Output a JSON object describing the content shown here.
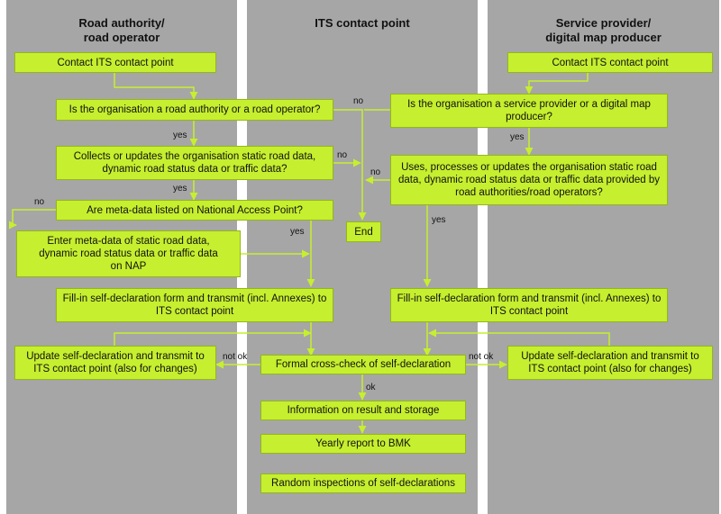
{
  "lanes": {
    "left": "Road authority/\nroad operator",
    "middle": "ITS contact point",
    "right": "Service provider/\ndigital map producer"
  },
  "nodes": {
    "contact_left": "Contact ITS contact point",
    "is_road_authority": "Is the organisation a road authority or a road operator?",
    "collects_updates": "Collects or updates the organisation static road data,\ndynamic road status data or traffic data?",
    "metadata_listed": "Are meta-data listed on National Access Point?",
    "enter_metadata": "Enter meta-data of static road data,\ndynamic road status data or traffic data\non NAP",
    "fill_in_left": "Fill-in self-declaration form and transmit (incl. Annexes) to\nITS contact point",
    "update_left": "Update self-declaration and transmit to\nITS contact point (also for changes)",
    "end": "End",
    "formal_check": "Formal cross-check of self-declaration",
    "information": "Information on result and storage",
    "yearly_report": "Yearly report to BMK",
    "random_inspections": "Random inspections of self-declarations",
    "contact_right": "Contact ITS contact point",
    "is_service_provider": "Is the organisation a service provider or a digital map\nproducer?",
    "uses_processes": "Uses, processes or updates the organisation static road\ndata, dynamic road status data or traffic data provided by\nroad authorities/road operators?",
    "fill_in_right": "Fill-in self-declaration form and transmit (incl. Annexes) to\nITS contact point",
    "update_right": "Update self-declaration and transmit to\nITS contact point (also for changes)"
  },
  "labels": {
    "no_top": "no",
    "yes_1": "yes",
    "no_collects": "no",
    "no_uses": "no",
    "yes_2": "yes",
    "no_meta": "no",
    "yes_meta": "yes",
    "yes_right": "yes",
    "yes_uses": "yes",
    "not_ok_left": "not ok",
    "not_ok_right": "not ok",
    "ok": "ok"
  }
}
